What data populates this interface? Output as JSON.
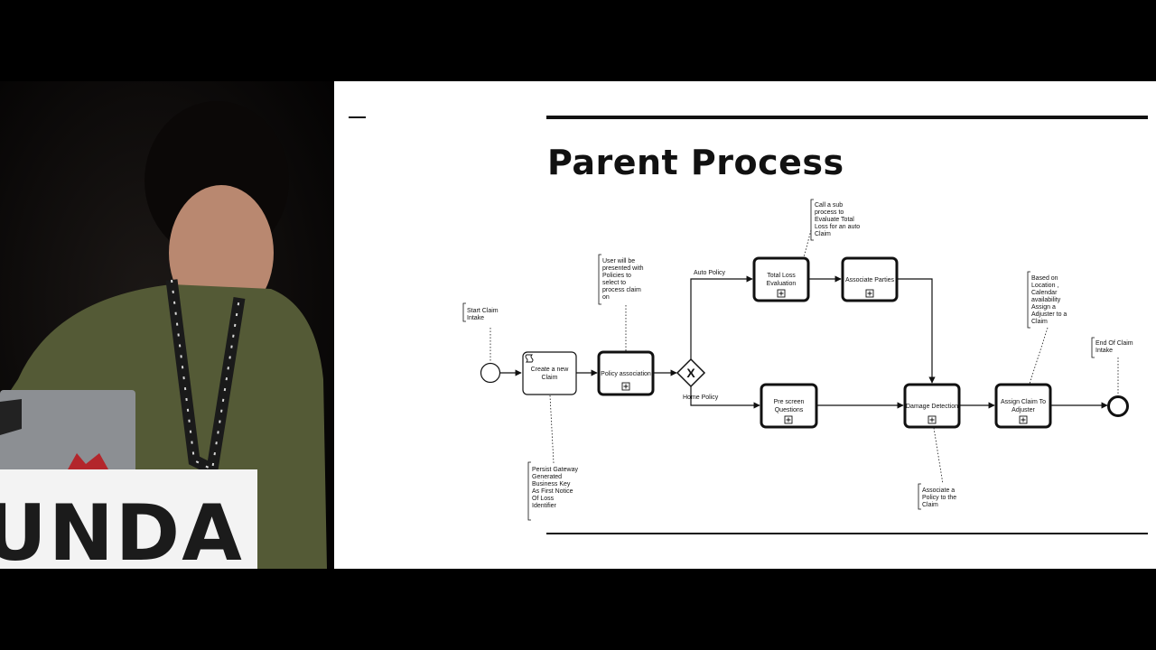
{
  "slide": {
    "title": "Parent Process"
  },
  "podium": {
    "brand_text": "UNDA"
  },
  "diagram": {
    "events": {
      "start": "start-event",
      "end": "end-event"
    },
    "tasks": {
      "create_claim": [
        "Create a new",
        "Claim"
      ],
      "policy_association": [
        "Policy association"
      ],
      "total_loss": [
        "Total Loss",
        "Evaluation"
      ],
      "associate_parties": [
        "Associate Parties"
      ],
      "pre_screen": [
        "Pre screen",
        "Questions"
      ],
      "damage_detection": [
        "Damage Detection"
      ],
      "assign_claim": [
        "Assign Claim To",
        "Adjuster"
      ]
    },
    "flow_labels": {
      "auto_policy": "Auto Policy",
      "home_policy": "Home Policy"
    },
    "gateway_symbol": "X",
    "annotations": {
      "start_claim": [
        "Start Claim",
        "Intake"
      ],
      "user_presented": [
        "User will be",
        "presented with",
        "Policies to",
        "select to",
        "process claim",
        "on"
      ],
      "persist_gateway": [
        "Persist Gateway",
        "Generated",
        "Business Key",
        "As First Notice",
        "Of Loss",
        "Identifier"
      ],
      "call_subprocess": [
        "Call a sub",
        "process to",
        "Evaluate Total",
        "Loss for an auto",
        "Claim"
      ],
      "associate_policy": [
        "Associate a",
        "Policy to the",
        "Claim"
      ],
      "based_on_location": [
        "Based on",
        "Location ,",
        "Calendar",
        "availability",
        "Assign a",
        "Adjuster to a",
        "Claim"
      ],
      "end_claim": [
        "End Of Claim",
        "Intake"
      ]
    },
    "icons": {
      "subprocess_marker": "plus-square-icon",
      "script_marker": "script-icon"
    }
  }
}
